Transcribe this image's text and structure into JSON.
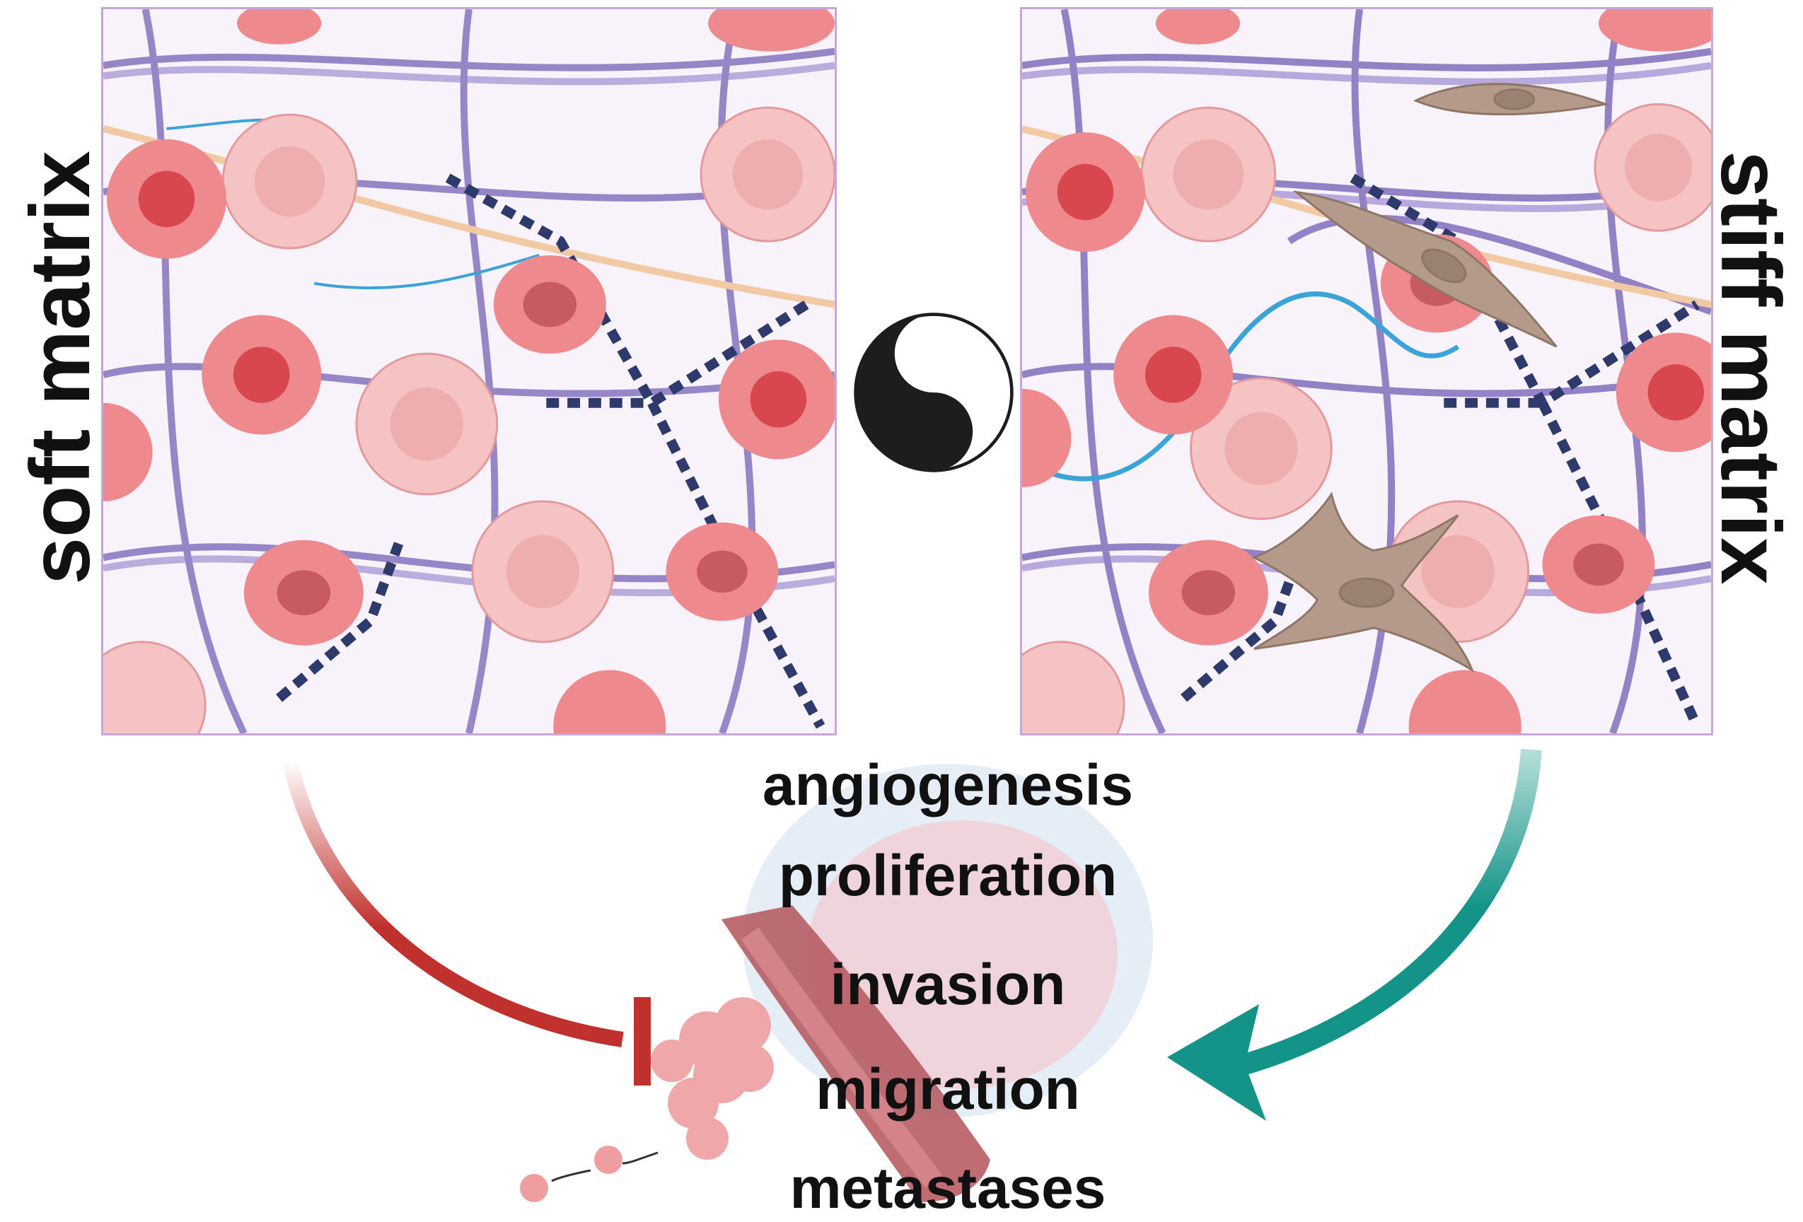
{
  "labels": {
    "soft": "soft matrix",
    "stiff": "stiff matrix"
  },
  "outcomes": [
    "angiogenesis",
    "proliferation",
    "invasion",
    "migration",
    "metastases"
  ],
  "effects": {
    "soft_to_tumor": "inhibits",
    "stiff_to_tumor": "promotes"
  },
  "colors": {
    "panel_background": "#f8f2fa",
    "panel_border": "#c9a6d8",
    "collagen_fiber": "#8d7bc2",
    "crosslink_chain": "#2d3a6b",
    "tumor_cell": "#ee8a8d",
    "tumor_nucleus": "#d8474d",
    "round_cell": "#f6c3c4",
    "fibroblast": "#b39a8b",
    "capillary": "#3aa4d9",
    "inhibit_arrow": "#c0302c",
    "promote_arrow": "#149488",
    "yin_yang_dark": "#1d1d1d"
  },
  "icons": [
    "yin-yang-icon",
    "inhibition-arrow-icon",
    "promotion-arrow-icon"
  ]
}
